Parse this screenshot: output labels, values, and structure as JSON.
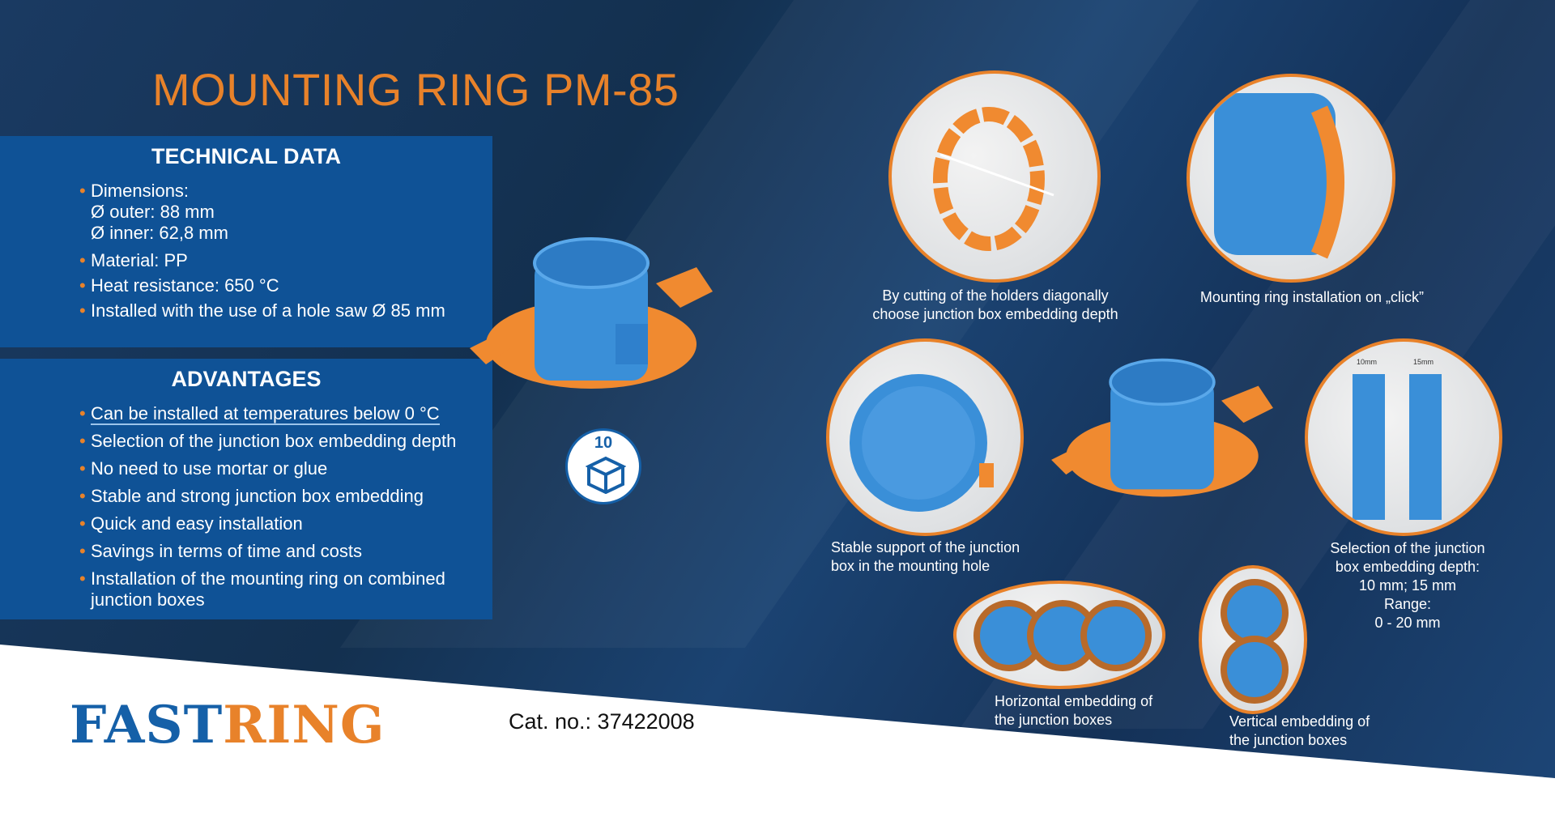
{
  "title": "MOUNTING RING PM-85",
  "technical": {
    "heading": "TECHNICAL DATA",
    "dimensions": "Dimensions:",
    "outer": "Ø outer: 88 mm",
    "inner": "Ø inner: 62,8 mm",
    "items": [
      "Material: PP",
      "Heat resistance: 650 °C",
      "Installed with the use of a hole saw Ø 85 mm"
    ]
  },
  "advantages": {
    "heading": "ADVANTAGES",
    "items": [
      "Can be installed at temperatures below 0 °C",
      "Selection of the junction box embedding depth",
      "No need to use mortar or glue",
      "Stable and strong junction box embedding",
      "Quick and easy installation",
      "Savings in terms of time and costs",
      "Installation of the mounting ring on combined junction boxes"
    ]
  },
  "badge": {
    "count": "10",
    "icon": "box-icon"
  },
  "captions": {
    "cut": "By cutting of the holders diagonally choose junction box embedding depth",
    "click": "Mounting ring installation on „click”",
    "support": "Stable support of the junction box in the mounting hole",
    "depth": [
      "Selection of the junction",
      "box embedding depth:",
      "10 mm; 15 mm",
      "Range:",
      "0 - 20 mm"
    ],
    "depth_labels": [
      "10mm",
      "15mm"
    ],
    "horizontal": "Horizontal embedding of the junction boxes",
    "vertical": "Vertical embedding of the junction boxes"
  },
  "logo": {
    "fast": "FAST",
    "ring": "RING",
    "colors": {
      "fast": "#1560a8",
      "ring": "#e8822a"
    }
  },
  "catalog": "Cat. no.: 37422008"
}
